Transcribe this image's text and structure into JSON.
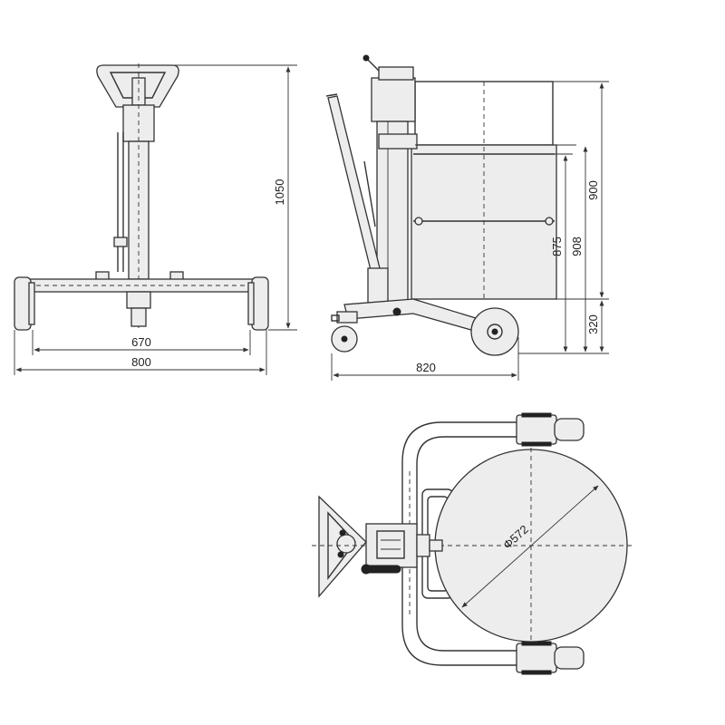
{
  "dimensions": {
    "front_height": "1050",
    "wheel_track": "670",
    "overall_width": "800",
    "overall_length": "820",
    "drum_height": "900",
    "clamp_height_upper": "908",
    "clamp_height_lower": "875",
    "lowest_clamp_height": "320",
    "drum_diameter": "Φ572"
  },
  "colors": {
    "line": "#333333",
    "fill": "#ededed",
    "background": "#ffffff"
  }
}
